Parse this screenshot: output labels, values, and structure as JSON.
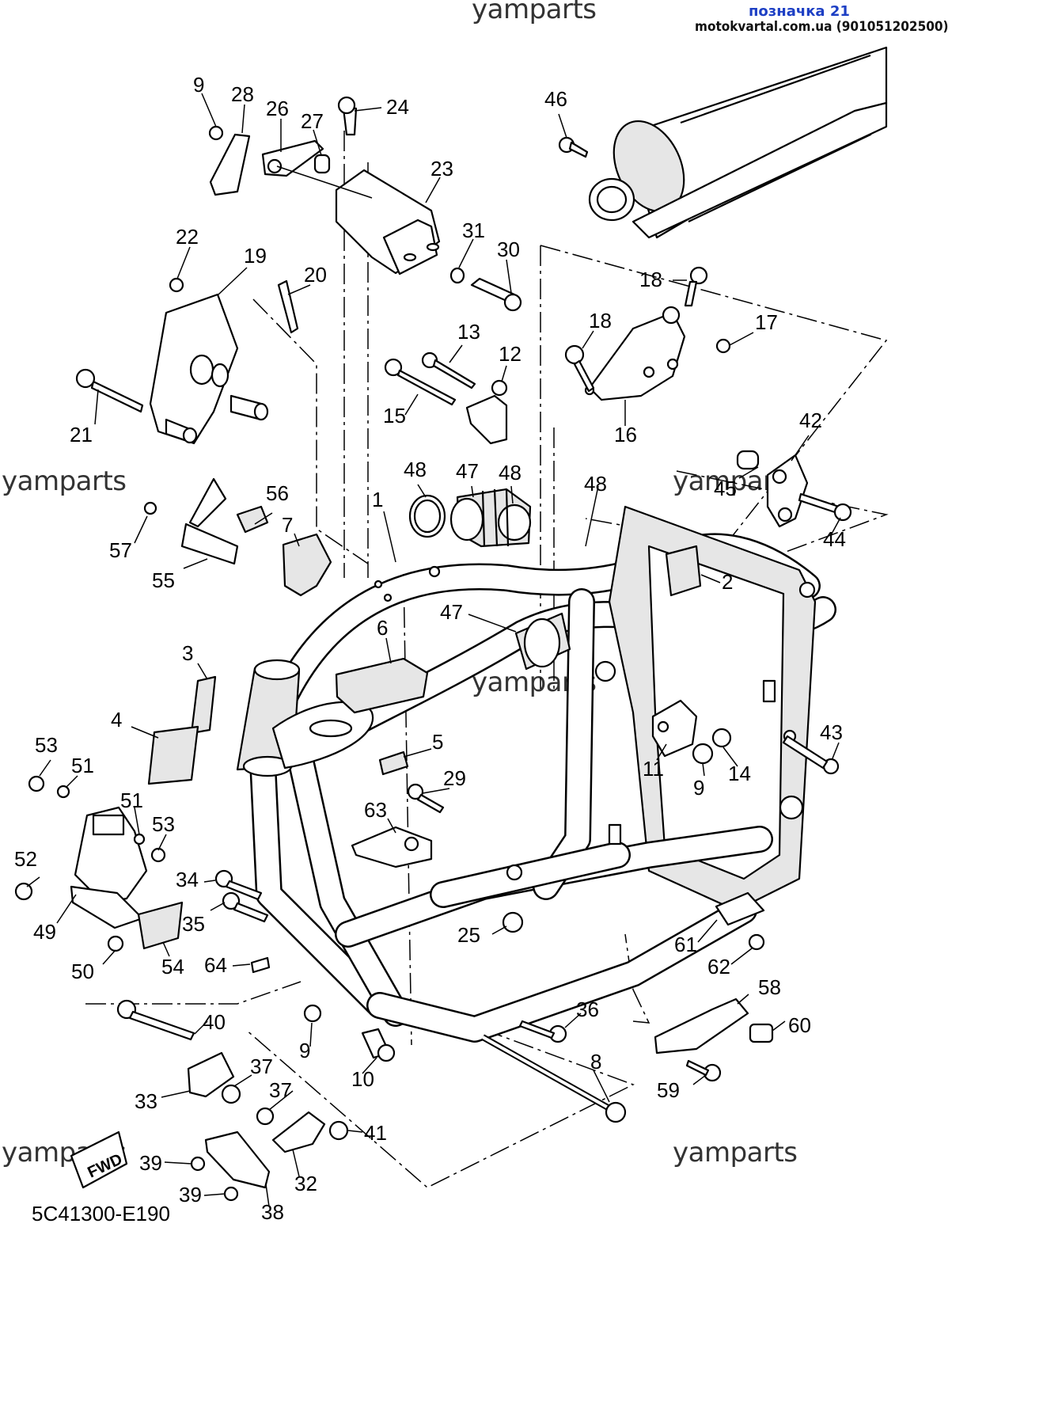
{
  "header": {
    "watermark_top": "yamparts",
    "diagram_ref": "позначка 21",
    "source_line": "motokvartal.com.ua (901051202500)"
  },
  "watermarks": [
    "yamparts",
    "yamparts",
    "yamparts",
    "yamparts",
    "yamparts"
  ],
  "diagram_code": "5C41300-E190",
  "fwd_label": "FWD",
  "callouts": [
    "9",
    "28",
    "26",
    "27",
    "24",
    "23",
    "31",
    "30",
    "22",
    "19",
    "20",
    "21",
    "46",
    "18",
    "18",
    "17",
    "16",
    "13",
    "12",
    "15",
    "48",
    "47",
    "48",
    "1",
    "42",
    "45",
    "44",
    "57",
    "56",
    "7",
    "55",
    "48",
    "2",
    "47",
    "6",
    "3",
    "4",
    "5",
    "53",
    "51",
    "51",
    "53",
    "52",
    "49",
    "50",
    "54",
    "29",
    "63",
    "11",
    "14",
    "9",
    "43",
    "34",
    "35",
    "64",
    "25",
    "61",
    "62",
    "40",
    "37",
    "33",
    "9",
    "10",
    "37",
    "41",
    "36",
    "58",
    "60",
    "8",
    "59",
    "39",
    "39",
    "32",
    "38"
  ],
  "colors": {
    "line": "#000000",
    "watermark": "#333333",
    "ref_text": "#1d3fc4",
    "background": "#ffffff"
  }
}
